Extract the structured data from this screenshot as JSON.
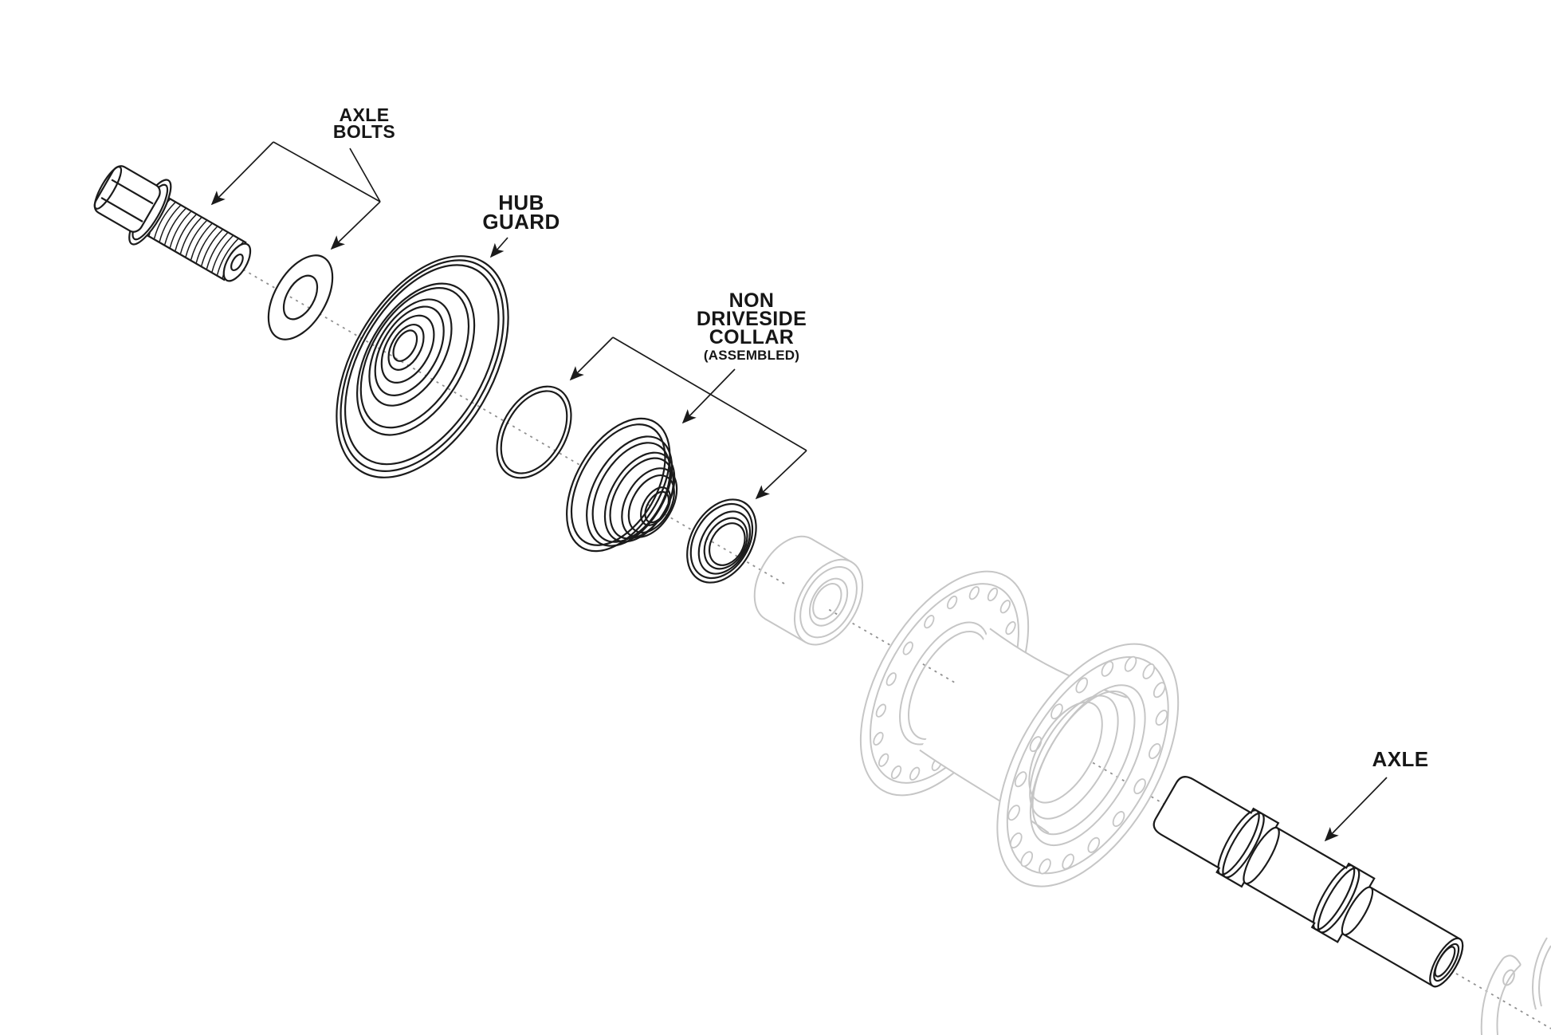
{
  "labels": {
    "axle_bolts": {
      "line1": "AXLE",
      "line2": "BOLTS"
    },
    "hub_guard": {
      "line1": "HUB",
      "line2": "GUARD"
    },
    "non_driveside_collar": {
      "line1": "NON",
      "line2": "DRIVESIDE",
      "line3": "COLLAR",
      "note": "(ASSEMBLED)"
    },
    "axle": {
      "line1": "AXLE"
    }
  },
  "colors": {
    "line": "#1b1b1b",
    "faded": "#c6c6c6",
    "center": "#909090",
    "bg": "#ffffff"
  },
  "parts": [
    "axle-bolt",
    "axle-bolt-washer",
    "hub-guard",
    "o-ring",
    "non-driveside-collar",
    "bearing-cone",
    "cartridge-bearing",
    "hub-shell",
    "axle",
    "driveside-hardware"
  ]
}
